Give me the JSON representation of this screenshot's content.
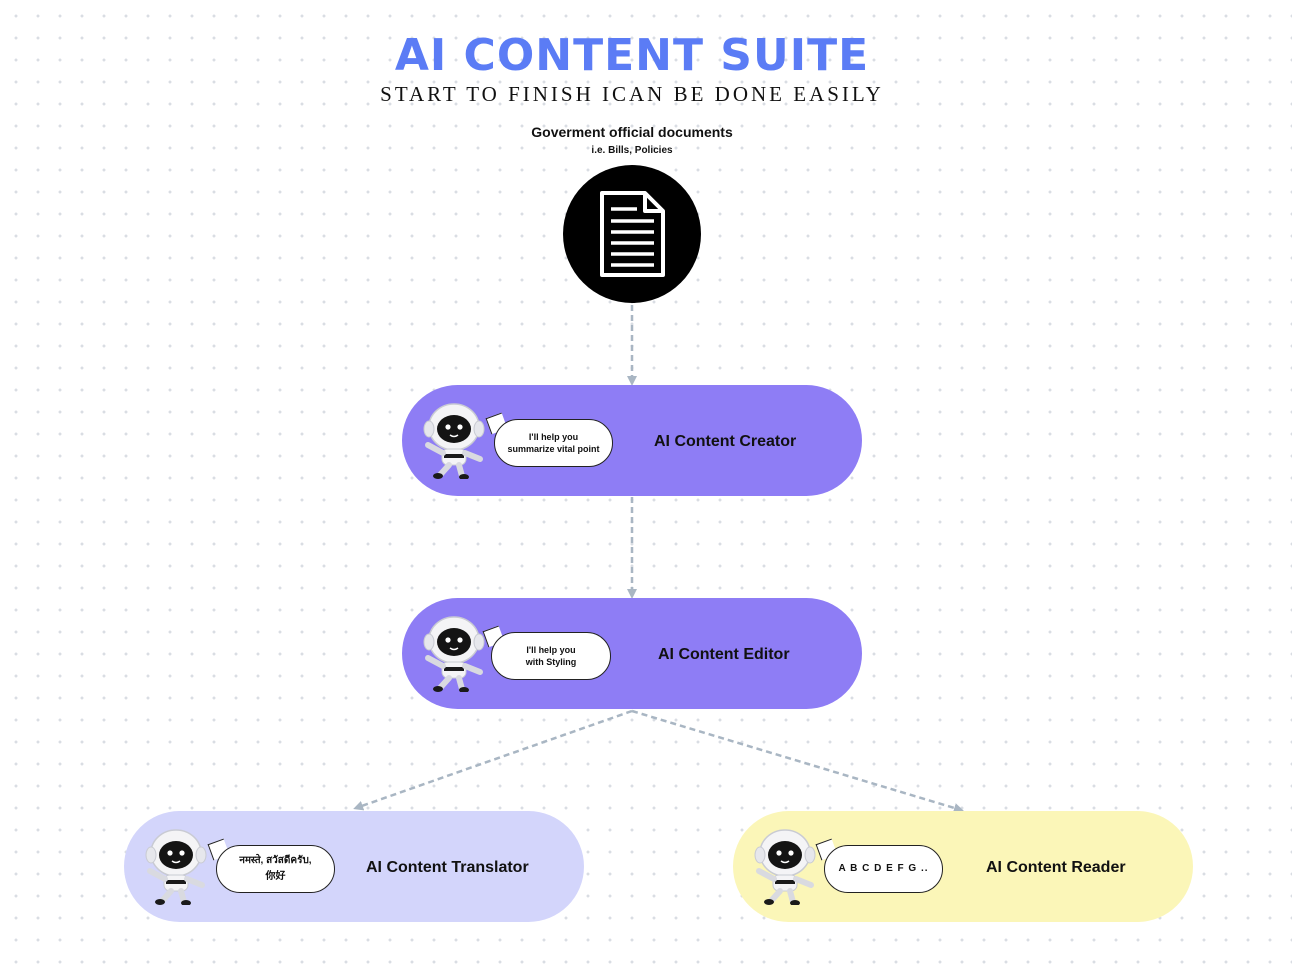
{
  "header": {
    "title": "AI CONTENT SUITE",
    "subtitle": "START TO FINISH ICAN BE DONE EASILY"
  },
  "source": {
    "label": "Goverment official documents",
    "sublabel": "i.e. Bills, Policies",
    "icon": "document-icon"
  },
  "nodes": [
    {
      "title": "AI Content Creator",
      "bubble_line1": "I'll help you",
      "bubble_line2": "summarize vital point",
      "color": "#8e7df5"
    },
    {
      "title": "AI Content Editor",
      "bubble_line1": "I'll help you",
      "bubble_line2": "with Styling",
      "color": "#8e7df5"
    },
    {
      "title": "AI Content Translator",
      "bubble_line1": "नमस्ते, สวัสดีครับ,",
      "bubble_line2": "你好",
      "color": "#d3d5fb"
    },
    {
      "title": "AI Content Reader",
      "bubble_line1": "A B C D E F G ..",
      "bubble_line2": "",
      "color": "#fbf6b8"
    }
  ],
  "colors": {
    "title_blue": "#5b7cf5",
    "connector": "#a9b6c3"
  }
}
